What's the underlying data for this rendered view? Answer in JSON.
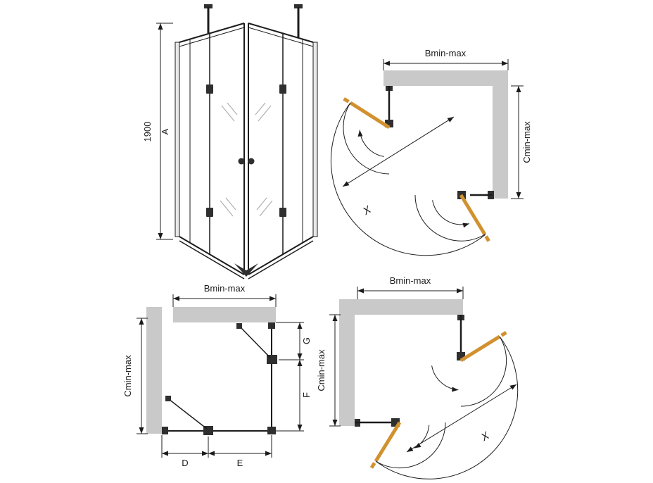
{
  "colors": {
    "wall": "#c9c9c9",
    "door": "#d2912f",
    "line": "#1c1c1c",
    "hardware": "#2f2f2f"
  },
  "front_view": {
    "height_value": "1900",
    "height_letter": "A"
  },
  "plan_top_right": {
    "width": "Bmin-max",
    "depth": "Cmin-max",
    "diagonal": "X"
  },
  "plan_bottom_left": {
    "width": "Bmin-max",
    "depth": "Cmin-max",
    "dims": {
      "d": "D",
      "e": "E",
      "f": "F",
      "g": "G"
    }
  },
  "plan_bottom_right": {
    "width": "Bmin-max",
    "depth": "Cmin-max",
    "diagonal": "X"
  }
}
